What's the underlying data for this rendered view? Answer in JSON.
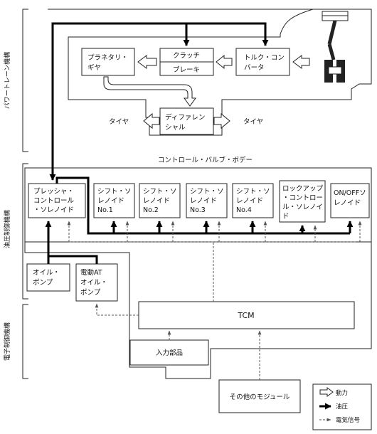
{
  "sections": {
    "powertrain": "パワートレーン機構",
    "hydraulic": "油圧制御機構",
    "electronic": "電子制御機構"
  },
  "powertrain": {
    "torque_converter": [
      "トルク・コン",
      "バータ"
    ],
    "clutch": "クラッチ",
    "brake": "ブレーキ",
    "planetary": [
      "プラネタリ・",
      "ギヤ"
    ],
    "differential": [
      "ディファレン",
      "シャル"
    ],
    "tire_left": "タイヤ",
    "tire_right": "タイヤ"
  },
  "valve_body": {
    "title": "コントロール・バルブ・ボデー",
    "pressure_solenoid": [
      "プレッシャ・",
      "コントロール",
      "・ソレノイド"
    ],
    "shift_solenoids": [
      [
        "シフト・ソ",
        "レノイド",
        "No.1"
      ],
      [
        "シフト・ソ",
        "レノイド",
        "No.2"
      ],
      [
        "シフト・ソ",
        "レノイド",
        "No.3"
      ],
      [
        "シフト・ソ",
        "レノイド",
        "No.4"
      ]
    ],
    "lockup_solenoid": [
      "ロックアップ",
      "・コントロー",
      "ル・ソレノイ",
      "ド"
    ],
    "onoff_solenoid": [
      "ON/OFFソ",
      "レノイド"
    ]
  },
  "pumps": {
    "oil_pump": [
      "オイル・",
      "ポンプ"
    ],
    "electric_pump": [
      "電動AT",
      "オイル・",
      "ポンプ"
    ]
  },
  "electronics": {
    "tcm": "TCM",
    "input_parts": "入力部品",
    "other_modules": "その他のモジュール"
  },
  "legend": {
    "power": "動力",
    "oil_pressure": "油圧",
    "electric_signal": "電気信号"
  }
}
